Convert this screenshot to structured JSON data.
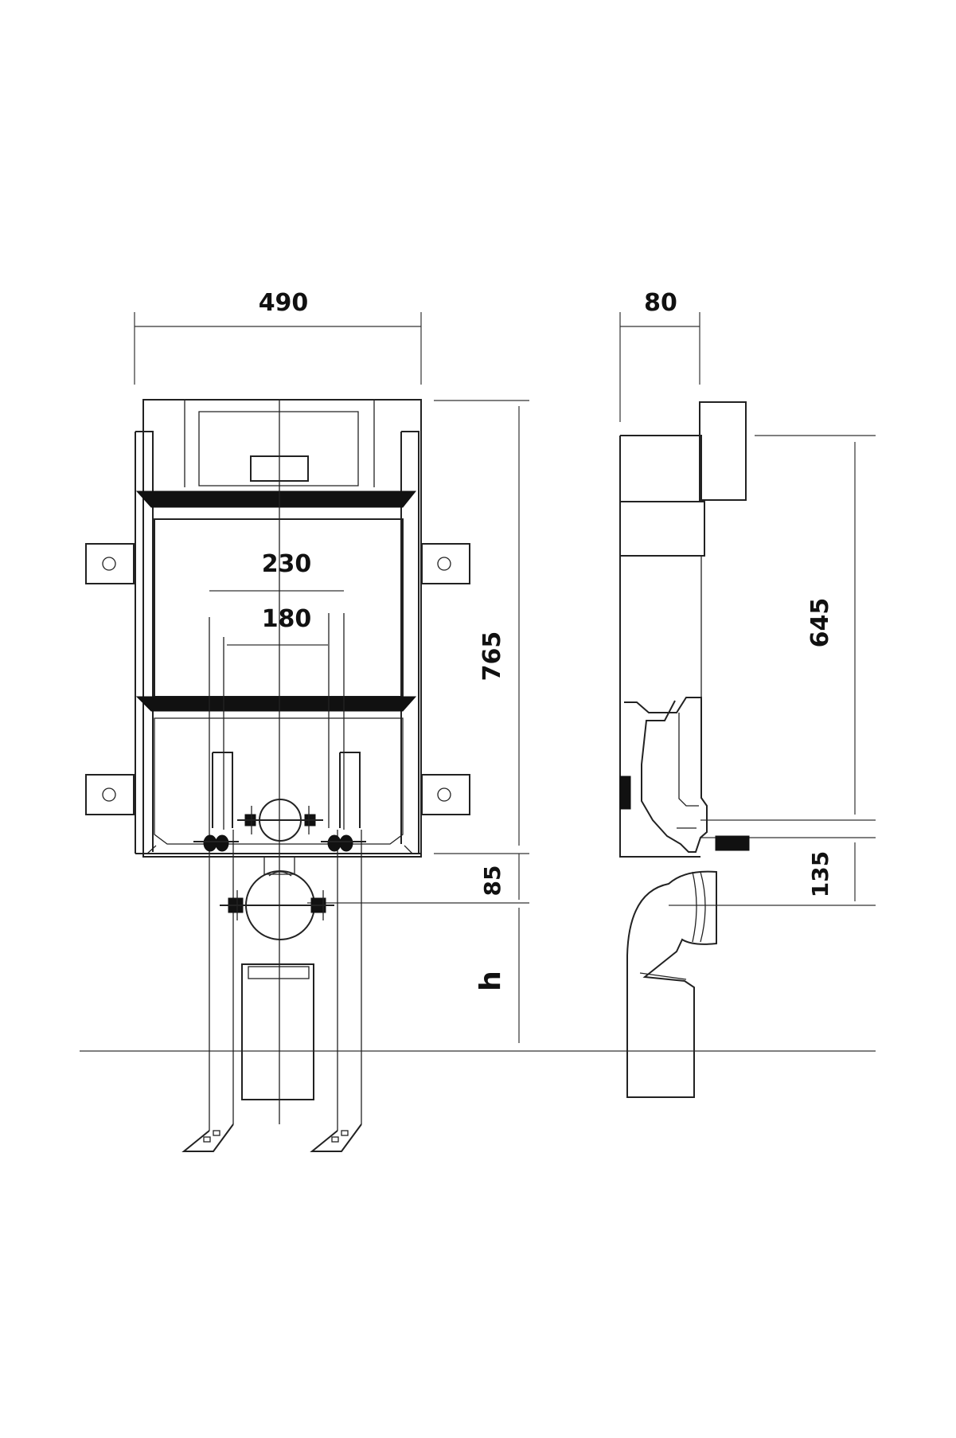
{
  "dimensions": {
    "width_front": "490",
    "depth_side": "80",
    "spacing_outer": "230",
    "spacing_inner": "180",
    "height_frame": "765",
    "height_actuator": "645",
    "offset_drain": "85",
    "offset_outlet": "135",
    "height_variable": "h"
  },
  "colors": {
    "line": "#222222",
    "fill_dark": "#111111",
    "background": "#ffffff"
  }
}
